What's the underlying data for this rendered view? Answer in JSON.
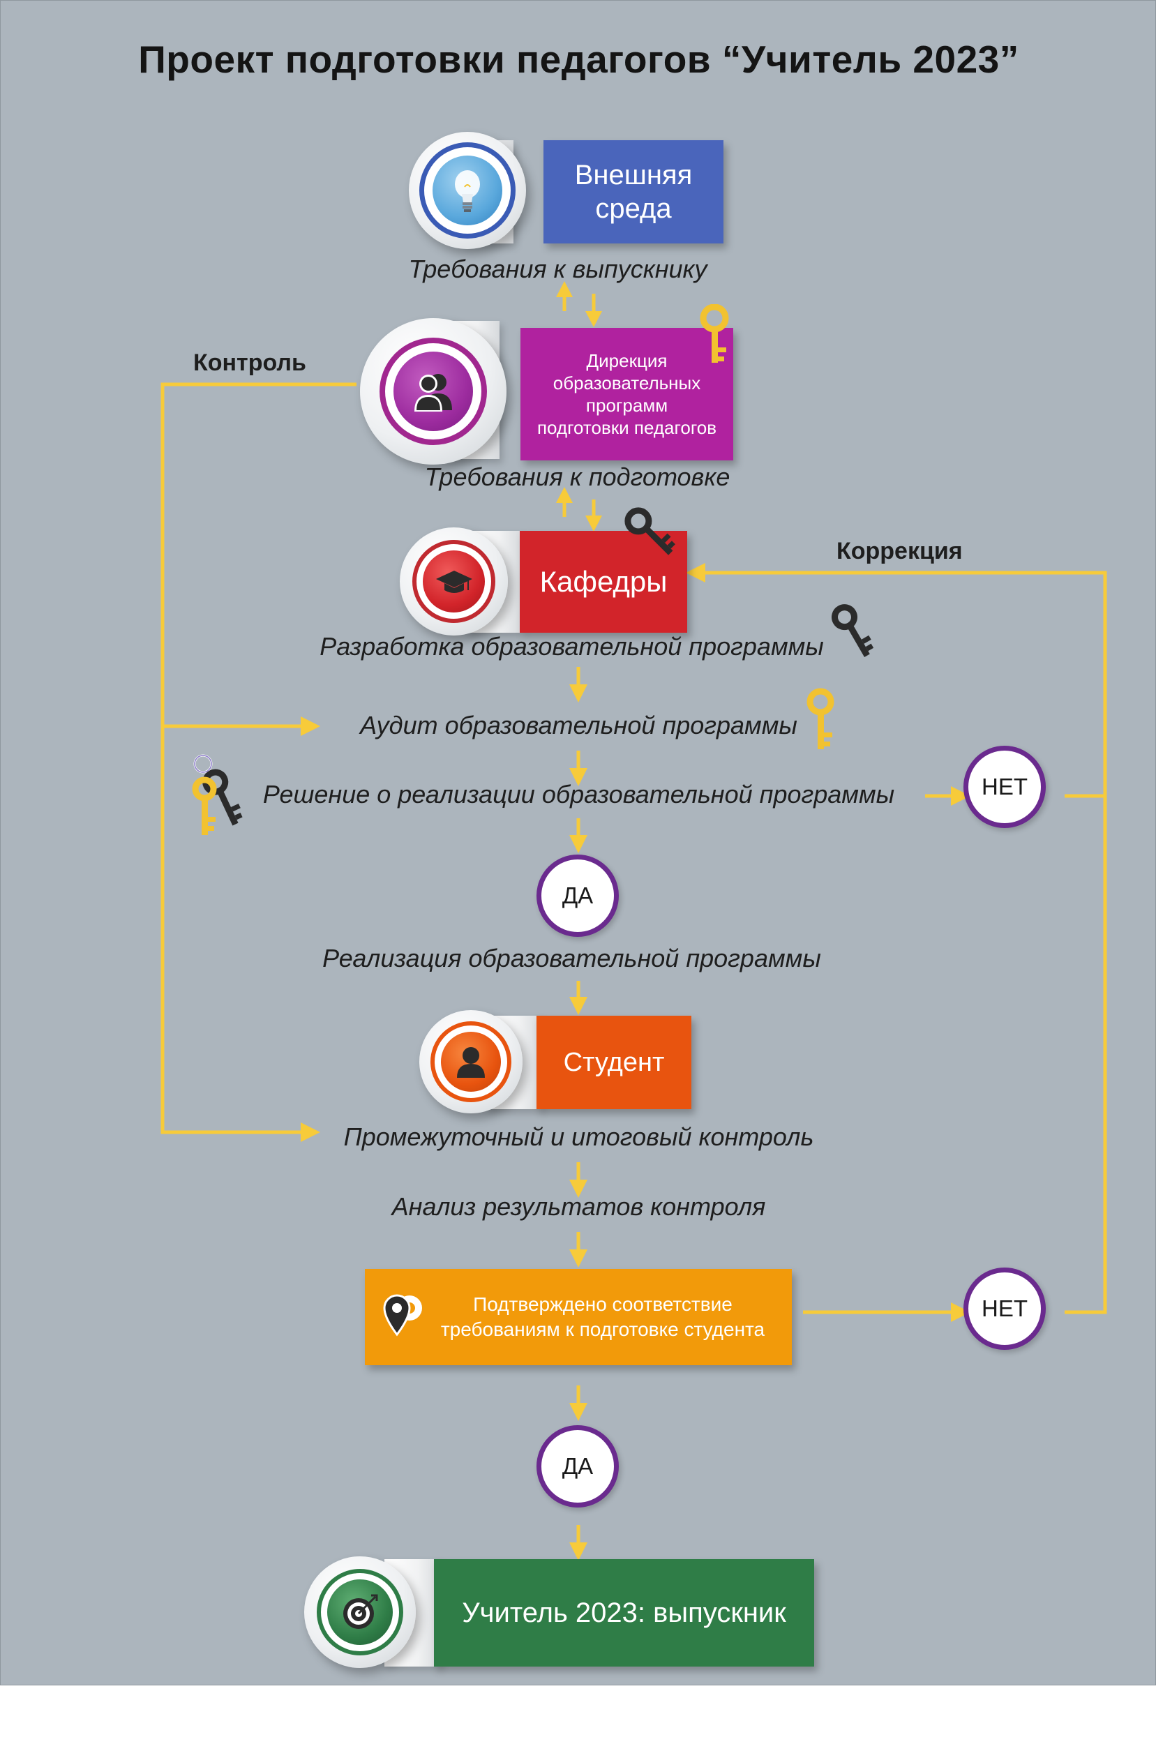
{
  "title": "Проект подготовки педагогов  “Учитель 2023”",
  "nodes": {
    "external": {
      "label_line1": "Внешняя",
      "label_line2": "среда",
      "icon": "lightbulb-icon",
      "color": "#4a65bb"
    },
    "directorate": {
      "label_line1": "Дирекция",
      "label_line2": "образовательных",
      "label_line3": "программ",
      "label_line4": "подготовки педагогов",
      "icon": "user-group-icon",
      "color": "#b0229f"
    },
    "departments": {
      "label": "Кафедры",
      "icon": "graduation-cap-icon",
      "color": "#d2242a"
    },
    "student": {
      "label": "Студент",
      "icon": "person-icon",
      "color": "#e8540f"
    },
    "confirm": {
      "label_line1": "Подтверждено соответствие",
      "label_line2": "требованиям к подготовке студента",
      "icon": "map-pin-icon",
      "color": "#f29a0a"
    },
    "graduate": {
      "label": "Учитель 2023: выпускник",
      "icon": "target-icon",
      "color": "#2f7d47"
    }
  },
  "steps": {
    "graduate_requirements": "Требования к выпускнику",
    "training_requirements": "Требования к подготовке",
    "development": "Разработка образовательной программы",
    "audit": "Аудит образовательной программы",
    "decision": "Решение о реализации образовательной программы",
    "implementation": "Реализация образовательной программы",
    "control": "Промежуточный и итоговый контроль",
    "analysis": "Анализ результатов контроля"
  },
  "side_labels": {
    "control": "Контроль",
    "correction": "Коррекция"
  },
  "decisions": {
    "yes": "ДА",
    "no": "НЕТ"
  },
  "colors": {
    "background": "#acb5bd",
    "arrow": "#f7cb3a",
    "decision_ring": "#6a2a8e",
    "key_gold": "#f2c230",
    "key_dark": "#2b2b2b"
  }
}
